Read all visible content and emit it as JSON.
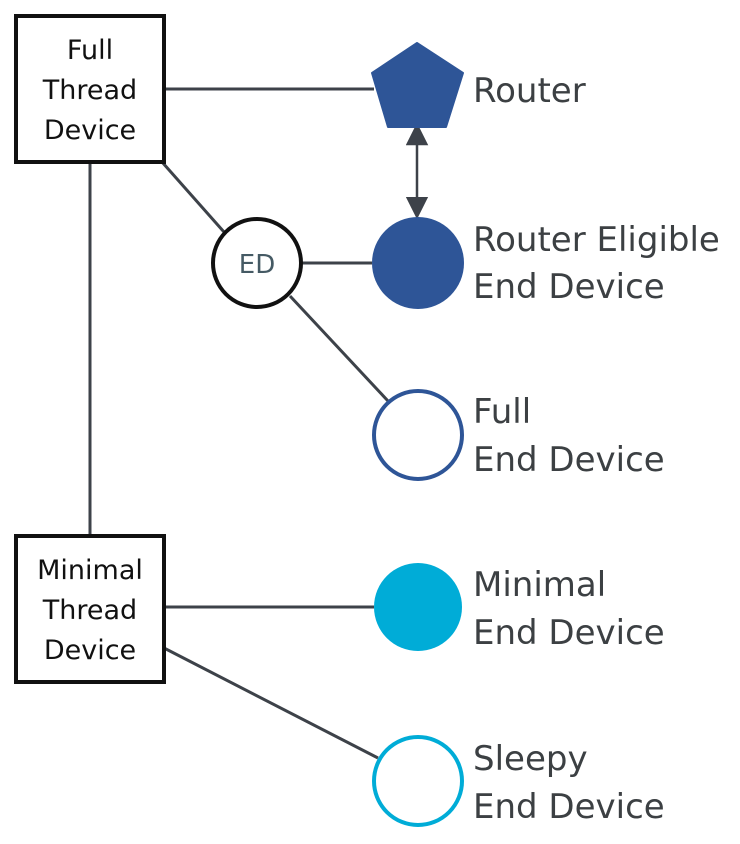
{
  "colors": {
    "dark_blue": "#2e5597",
    "light_blue": "#00acd7",
    "line": "#3d4249",
    "box_border": "#111111"
  },
  "nodes": {
    "full_thread_device": {
      "lines": [
        "Full",
        "Thread",
        "Device"
      ]
    },
    "minimal_thread_device": {
      "lines": [
        "Minimal",
        "Thread",
        "Device"
      ]
    },
    "end_device_hub": {
      "label": "ED"
    }
  },
  "legend": {
    "router": {
      "icon": "pentagon-filled",
      "lines": [
        "Router"
      ]
    },
    "reed": {
      "icon": "circle-filled-dark-blue",
      "lines": [
        "Router Eligible",
        "End Device"
      ]
    },
    "fed": {
      "icon": "circle-outline-dark-blue",
      "lines": [
        "Full",
        "End Device"
      ]
    },
    "med": {
      "icon": "circle-filled-light-blue",
      "lines": [
        "Minimal",
        "End Device"
      ]
    },
    "sed": {
      "icon": "circle-outline-light-blue",
      "lines": [
        "Sleepy",
        "End Device"
      ]
    }
  }
}
